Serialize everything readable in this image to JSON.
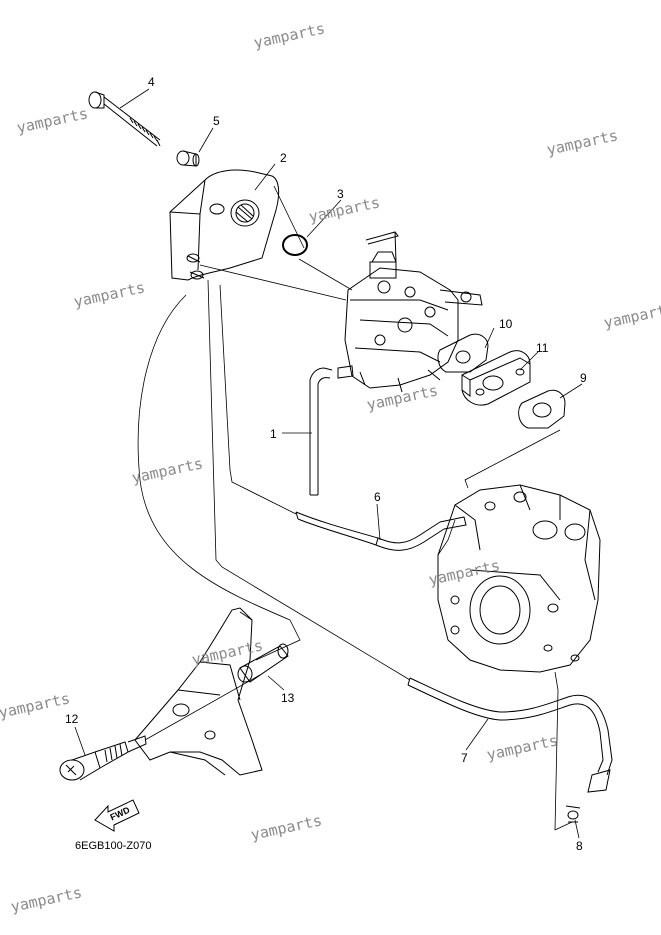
{
  "diagram_code": "6EGB100-Z070",
  "fwd_label": "FWD",
  "watermark": "yamparts",
  "callouts": {
    "c1": "1",
    "c2": "2",
    "c3": "3",
    "c4": "4",
    "c5": "5",
    "c6": "6",
    "c7": "7",
    "c8": "8",
    "c9": "9",
    "c10": "10",
    "c11": "11",
    "c12": "12",
    "c13": "13"
  }
}
